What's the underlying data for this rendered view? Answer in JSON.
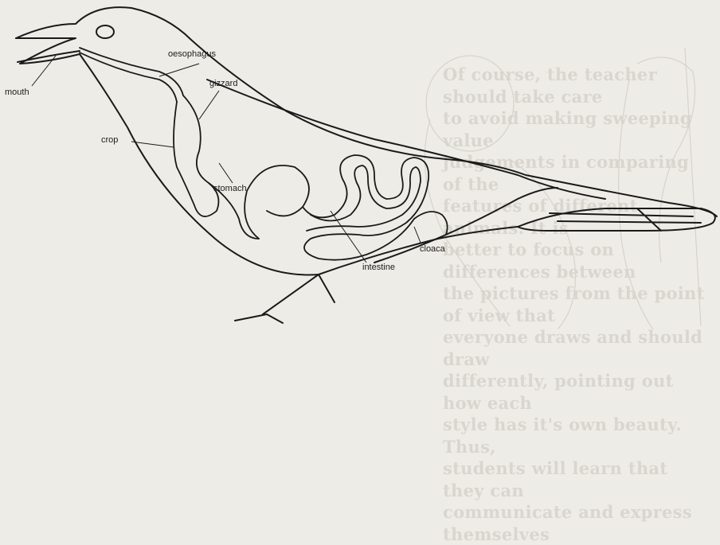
{
  "diagram": {
    "labels": {
      "oesophagus": "oesophagus",
      "mouth": "mouth",
      "gizzard": "gizzard",
      "crop": "crop",
      "stomach": "stomach",
      "intestine": "intestine",
      "cloaca": "cloaca"
    }
  },
  "background_text": "Of course, the teacher should take care\nto avoid making sweeping value\njudgements in comparing of the\nfeatures of different animals. It is\nbetter to focus on differences between\nthe pictures from the point of view that\neveryone draws and should draw\ndifferently, pointing out how each\nstyle has it's own beauty. Thus,\nstudents will learn that they can\ncommunicate and express themselves"
}
